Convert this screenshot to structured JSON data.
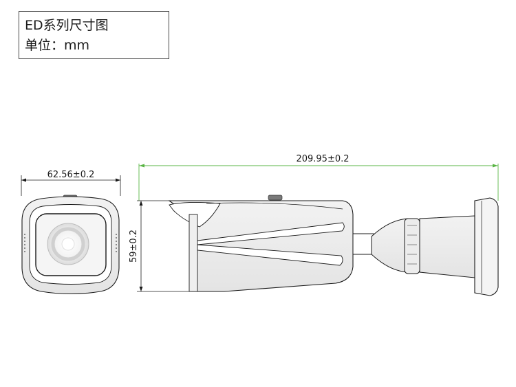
{
  "header": {
    "title": "ED系列尺寸图",
    "unit_line": "单位：mm"
  },
  "dimensions": {
    "width_label": "62.56±0.2",
    "height_label": "59±0.2",
    "length_label": "209.95±0.2"
  },
  "colors": {
    "line": "#1a1a1a",
    "dimension_line": "#5ab545",
    "body_fill": "#ffffff"
  }
}
